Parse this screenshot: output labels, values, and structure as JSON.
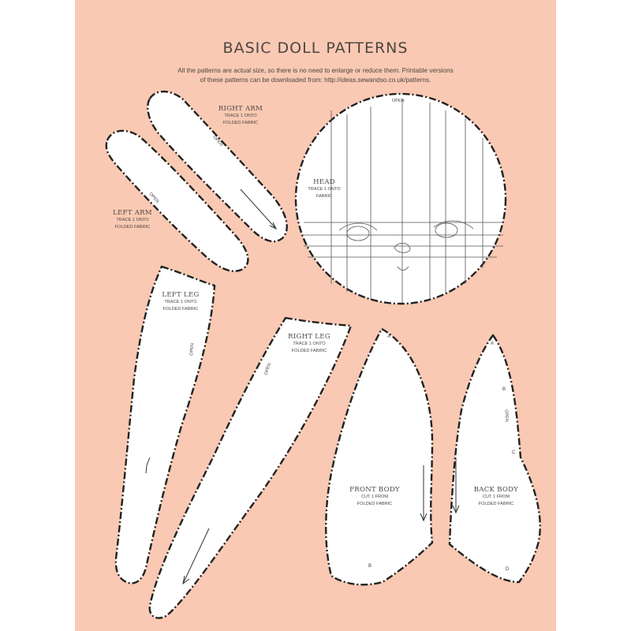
{
  "title": "BASIC DOLL PATTERNS",
  "intro": [
    "All the patterns are actual size, so there is no need to enlarge or reduce them. Printable versions",
    "of these patterns can be downloaded from: http://ideas.sewandso.co.uk/patterns."
  ],
  "pieces": {
    "right_arm": {
      "name": "RIGHT ARM",
      "line1": "TRACE 1 ONTO",
      "line2": "FOLDED FABRIC"
    },
    "left_arm": {
      "name": "LEFT ARM",
      "line1": "TRACE 1 ONTO",
      "line2": "FOLDED FABRIC"
    },
    "head": {
      "name": "HEAD",
      "line1": "TRACE 1 ONTO",
      "line2": "FABRIC"
    },
    "left_leg": {
      "name": "LEFT LEG",
      "line1": "TRACE 1 ONTO",
      "line2": "FOLDED FABRIC"
    },
    "right_leg": {
      "name": "RIGHT LEG",
      "line1": "TRACE 1 ONTO",
      "line2": "FOLDED FABRIC"
    },
    "front_body": {
      "name": "FRONT BODY",
      "line1": "CUT 1 FROM",
      "line2": "FOLDED FABRIC"
    },
    "back_body": {
      "name": "BACK BODY",
      "line1": "CUT 1 FROM",
      "line2": "FOLDED FABRIC"
    }
  },
  "open_label": "OPEN",
  "marks": {
    "a": "A",
    "b": "B",
    "c": "C",
    "d": "D"
  },
  "colors": {
    "background": "#f9c9b3",
    "pattern_fill": "#ffffff",
    "text": "#4d4541"
  }
}
